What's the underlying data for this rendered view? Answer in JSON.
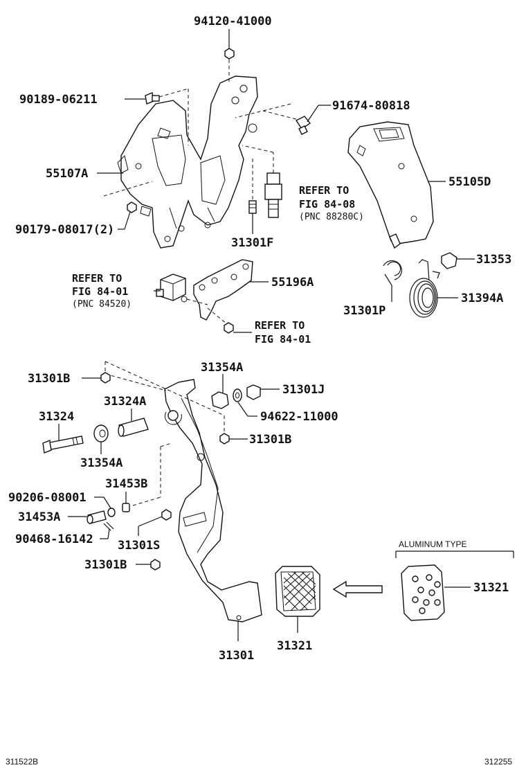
{
  "labels": {
    "p94120_41000": "94120-41000",
    "p90189_06211": "90189-06211",
    "p91674_80818": "91674-80818",
    "p55107A": "55107A",
    "p55105D": "55105D",
    "p90179_08017": "90179-08017(2)",
    "p31301F": "31301F",
    "p31353": "31353",
    "p31301P": "31301P",
    "p31394A": "31394A",
    "p55196A": "55196A",
    "p31301B_top": "31301B",
    "p31354A_top": "31354A",
    "p31301J": "31301J",
    "p31324A": "31324A",
    "p31324": "31324",
    "p94622_11000": "94622-11000",
    "p31301B_mid": "31301B",
    "p31354A_bot": "31354A",
    "p31453B": "31453B",
    "p90206_08001": "90206-08001",
    "p31453A": "31453A",
    "p90468_16142": "90468-16142",
    "p31301S": "31301S",
    "p31301B_bot": "31301B",
    "p31301": "31301",
    "p31321_pad": "31321",
    "p31321_alu": "31321"
  },
  "refs": {
    "ref1_line1": "REFER TO",
    "ref1_line2": "FIG 84-08",
    "ref1_pnc": "(PNC 88280C)",
    "ref2_line1": "REFER TO",
    "ref2_line2": "FIG 84-01",
    "ref2_pnc": "(PNC 84520)",
    "ref3_line1": "REFER TO",
    "ref3_line2": "FIG 84-01"
  },
  "aluminum_type": "ALUMINUM TYPE",
  "footer": {
    "left_code": "311522B",
    "right_code": "312255"
  }
}
